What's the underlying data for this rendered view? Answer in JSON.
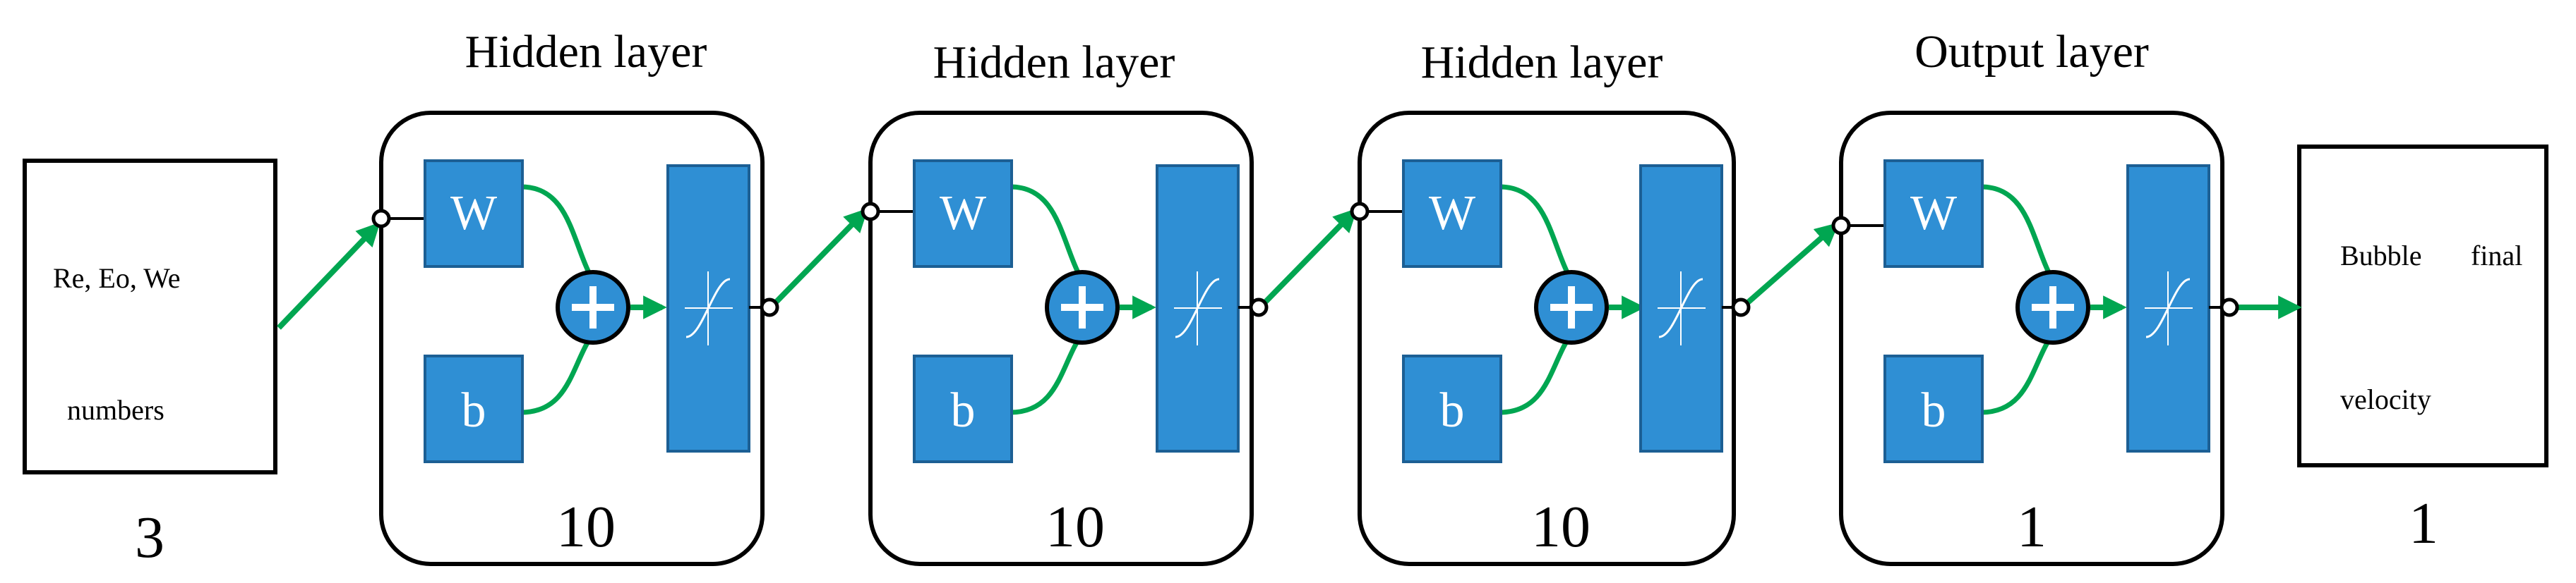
{
  "colors": {
    "block_fill": "#2f8fd4",
    "block_stroke": "#1c5f94",
    "arrow": "#00a651",
    "outline": "#000000"
  },
  "input": {
    "line1": "Re, Eo, We",
    "line2": "numbers",
    "count": "3"
  },
  "layers": [
    {
      "title": "Hidden layer",
      "weight_label": "W",
      "bias_label": "b",
      "size": "10"
    },
    {
      "title": "Hidden layer",
      "weight_label": "W",
      "bias_label": "b",
      "size": "10"
    },
    {
      "title": "Hidden layer",
      "weight_label": "W",
      "bias_label": "b",
      "size": "10"
    },
    {
      "title": "Output layer",
      "weight_label": "W",
      "bias_label": "b",
      "size": "1"
    }
  ],
  "output": {
    "line1_word1": "Bubble",
    "line1_word2": "final",
    "line2": "velocity",
    "count": "1"
  },
  "icons": {
    "sum": "plus-circle-icon",
    "activation": "sigmoid-curve-icon"
  }
}
